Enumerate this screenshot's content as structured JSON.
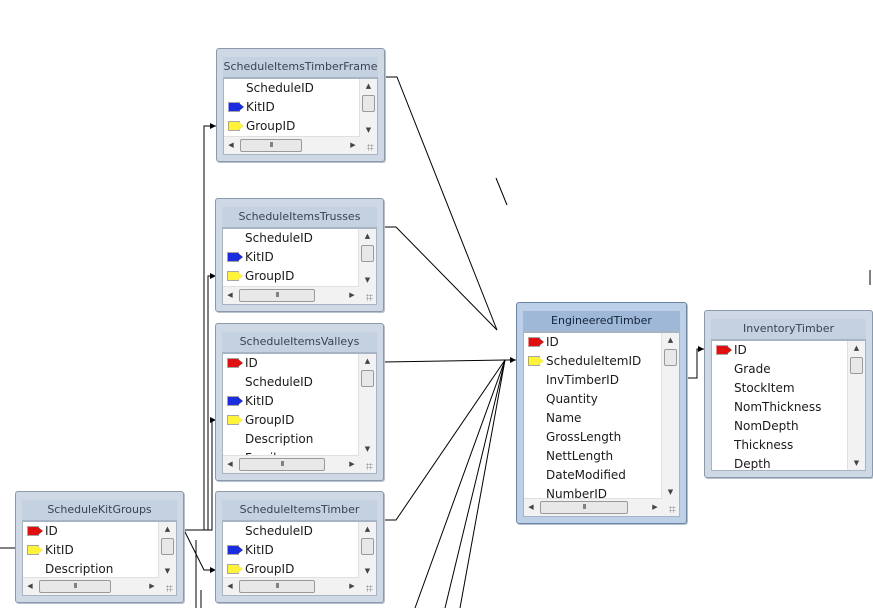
{
  "tables": [
    {
      "id": "ScheduleItemsTimberFrame",
      "title": "ScheduleItemsTimberFrame",
      "selected": false,
      "columns": [
        {
          "name": "ScheduleID",
          "key": "none"
        },
        {
          "name": "KitID",
          "key": "blue"
        },
        {
          "name": "GroupID",
          "key": "yellow"
        }
      ]
    },
    {
      "id": "ScheduleItemsTrusses",
      "title": "ScheduleItemsTrusses",
      "selected": false,
      "columns": [
        {
          "name": "ScheduleID",
          "key": "none"
        },
        {
          "name": "KitID",
          "key": "blue"
        },
        {
          "name": "GroupID",
          "key": "yellow"
        }
      ]
    },
    {
      "id": "ScheduleItemsValleys",
      "title": "ScheduleItemsValleys",
      "selected": false,
      "columns": [
        {
          "name": "ID",
          "key": "red"
        },
        {
          "name": "ScheduleID",
          "key": "none"
        },
        {
          "name": "KitID",
          "key": "blue"
        },
        {
          "name": "GroupID",
          "key": "yellow"
        },
        {
          "name": "Description",
          "key": "none"
        },
        {
          "name": "Family",
          "key": "none"
        }
      ]
    },
    {
      "id": "ScheduleKitGroups",
      "title": "ScheduleKitGroups",
      "selected": false,
      "columns": [
        {
          "name": "ID",
          "key": "red"
        },
        {
          "name": "KitID",
          "key": "yellow"
        },
        {
          "name": "Description",
          "key": "none"
        }
      ]
    },
    {
      "id": "ScheduleItemsTimber",
      "title": "ScheduleItemsTimber",
      "selected": false,
      "columns": [
        {
          "name": "ScheduleID",
          "key": "none"
        },
        {
          "name": "KitID",
          "key": "blue"
        },
        {
          "name": "GroupID",
          "key": "yellow"
        }
      ]
    },
    {
      "id": "EngineeredTimber",
      "title": "EngineeredTimber",
      "selected": true,
      "columns": [
        {
          "name": "ID",
          "key": "red"
        },
        {
          "name": "ScheduleItemID",
          "key": "yellow"
        },
        {
          "name": "InvTimberID",
          "key": "none"
        },
        {
          "name": "Quantity",
          "key": "none"
        },
        {
          "name": "Name",
          "key": "none"
        },
        {
          "name": "GrossLength",
          "key": "none"
        },
        {
          "name": "NettLength",
          "key": "none"
        },
        {
          "name": "DateModified",
          "key": "none"
        },
        {
          "name": "NumberID",
          "key": "none"
        }
      ]
    },
    {
      "id": "InventoryTimber",
      "title": "InventoryTimber",
      "selected": false,
      "columns": [
        {
          "name": "ID",
          "key": "red"
        },
        {
          "name": "Grade",
          "key": "none"
        },
        {
          "name": "StockItem",
          "key": "none"
        },
        {
          "name": "NomThickness",
          "key": "none"
        },
        {
          "name": "NomDepth",
          "key": "none"
        },
        {
          "name": "Thickness",
          "key": "none"
        },
        {
          "name": "Depth",
          "key": "none"
        }
      ]
    }
  ],
  "colors": {
    "red_key": "#e01010",
    "blue_key": "#1a2ee0",
    "yellow_key": "#fff23a",
    "title_bar": "#c4d1e0",
    "selected_title_bar": "#9fb8d8"
  },
  "icons": {
    "scroll_up": "triangle-up-icon",
    "scroll_down": "triangle-down-icon",
    "scroll_left": "triangle-left-icon",
    "scroll_right": "triangle-right-icon",
    "thumb_grip": "grip-lines-icon",
    "resize": "resize-grip-icon",
    "primary_key": "red-key-icon",
    "foreign_key": "yellow-key-icon",
    "index_key": "blue-key-icon"
  }
}
